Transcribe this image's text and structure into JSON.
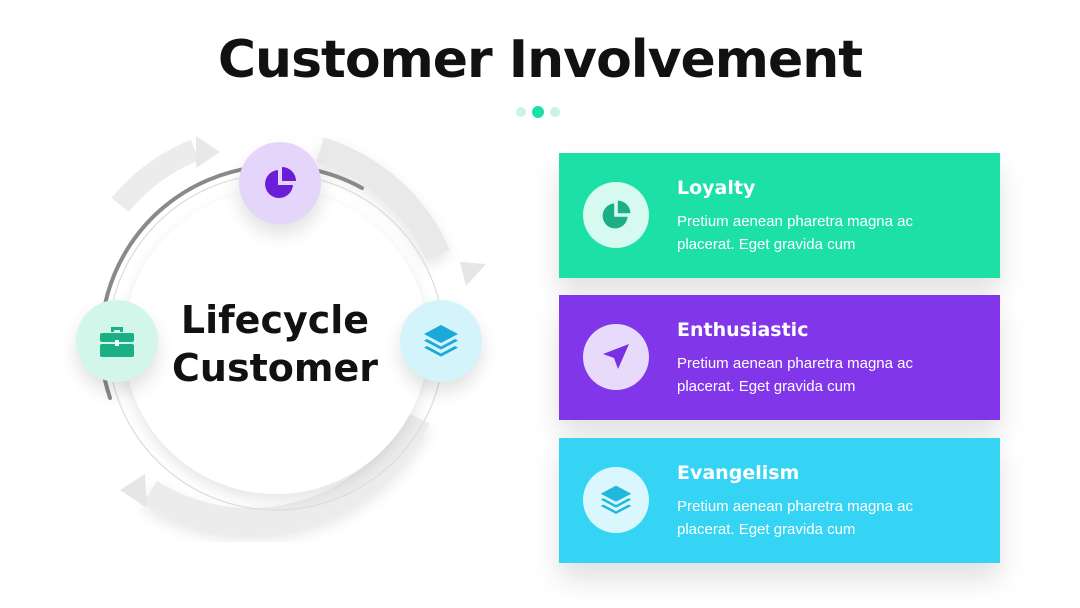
{
  "title": "Customer Involvement",
  "center": {
    "line1": "Lifecycle",
    "line2": "Customer"
  },
  "cards": [
    {
      "title": "Loyalty",
      "desc_line1": "Pretium aenean pharetra magna ac",
      "desc_line2": "placerat. Eget gravida cum",
      "color": "#1de0a7",
      "icon": "pie-chart-icon",
      "icon_color": "#1aaf85"
    },
    {
      "title": "Enthusiastic",
      "desc_line1": "Pretium aenean pharetra magna ac",
      "desc_line2": "placerat. Eget gravida cum",
      "color": "#8236ea",
      "icon": "paper-plane-icon",
      "icon_color": "#7a2fe0"
    },
    {
      "title": "Evangelism",
      "desc_line1": "Pretium aenean pharetra magna ac",
      "desc_line2": "placerat. Eget gravida cum",
      "color": "#35d4f5",
      "icon": "layers-icon",
      "icon_color": "#22b8dc"
    }
  ],
  "nodes": [
    {
      "icon": "pie-chart-icon",
      "bg": "#e6d5fb",
      "color": "#6a1fd6"
    },
    {
      "icon": "layers-icon",
      "bg": "#d4f4fb",
      "color": "#1aa9d9"
    },
    {
      "icon": "briefcase-icon",
      "bg": "#d2f6ea",
      "color": "#1aaf85"
    }
  ]
}
